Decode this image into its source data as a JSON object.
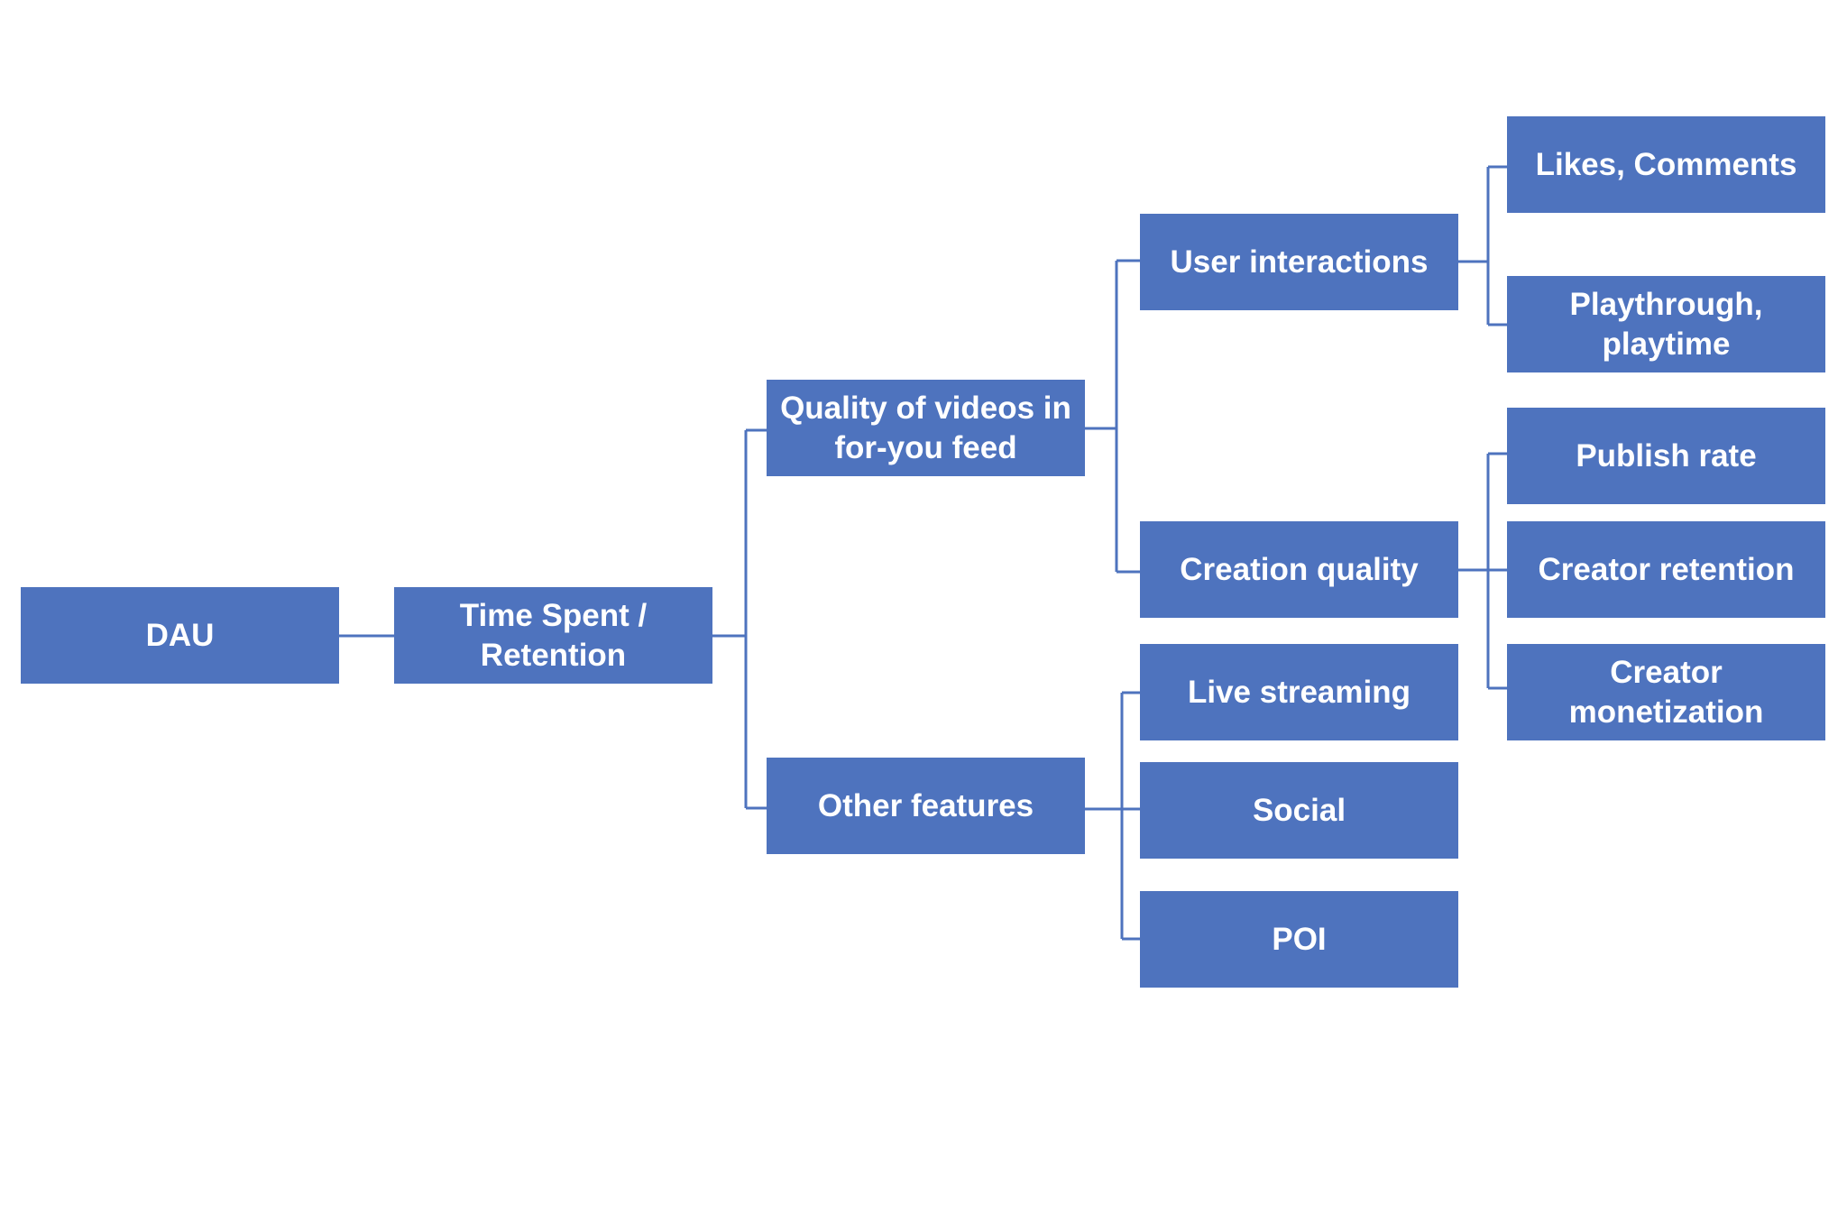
{
  "nodes": {
    "dau": "DAU",
    "time_spent": "Time Spent /\nRetention",
    "quality_feed": "Quality of videos in\nfor-you feed",
    "other_features": "Other features",
    "user_interactions": "User interactions",
    "creation_quality": "Creation quality",
    "live_streaming": "Live streaming",
    "social": "Social",
    "poi": "POI",
    "likes_comments": "Likes, Comments",
    "playthrough": "Playthrough,\nplaytime",
    "publish_rate": "Publish rate",
    "creator_retention": "Creator retention",
    "creator_monetization": "Creator\nmonetization"
  },
  "colors": {
    "node_fill": "#4e73be",
    "connector": "#4e73be",
    "text": "#ffffff"
  }
}
